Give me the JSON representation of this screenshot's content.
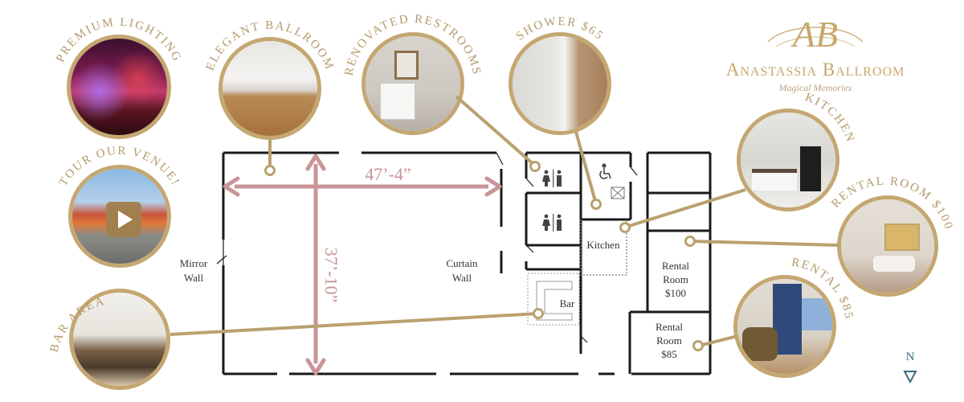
{
  "brand": {
    "monogram": "AB",
    "title": "Anastassia Ballroom",
    "tagline": "Magical Memories"
  },
  "photo_labels": {
    "premium_lighting": "PREMIUM LIGHTING",
    "elegant_ballroom": "ELEGANT BALLROOM",
    "renovated_restrooms": "RENOVATED RESTROOMS",
    "shower": "SHOWER $65",
    "kitchen": "KITCHEN",
    "rental_room_100": "RENTAL ROOM $100",
    "rental_85": "RENTAL $85",
    "tour": "TOUR OUR VENUE!",
    "bar_area": "BAR AREA"
  },
  "floorplan": {
    "width_dim": "47’-4”",
    "height_dim": "37’-10”",
    "mirror_wall": [
      "Mirror",
      "Wall"
    ],
    "curtain_wall": [
      "Curtain",
      "Wall"
    ],
    "kitchen": "Kitchen",
    "bar": "Bar",
    "rental_100": [
      "Rental",
      "Room",
      "$100"
    ],
    "rental_85": [
      "Rental",
      "Room",
      "$85"
    ]
  },
  "compass": "N",
  "colors": {
    "gold": "#c4a771",
    "dimension": "#c99598",
    "wall": "#1a1a1a",
    "north": "#3a6a78"
  }
}
